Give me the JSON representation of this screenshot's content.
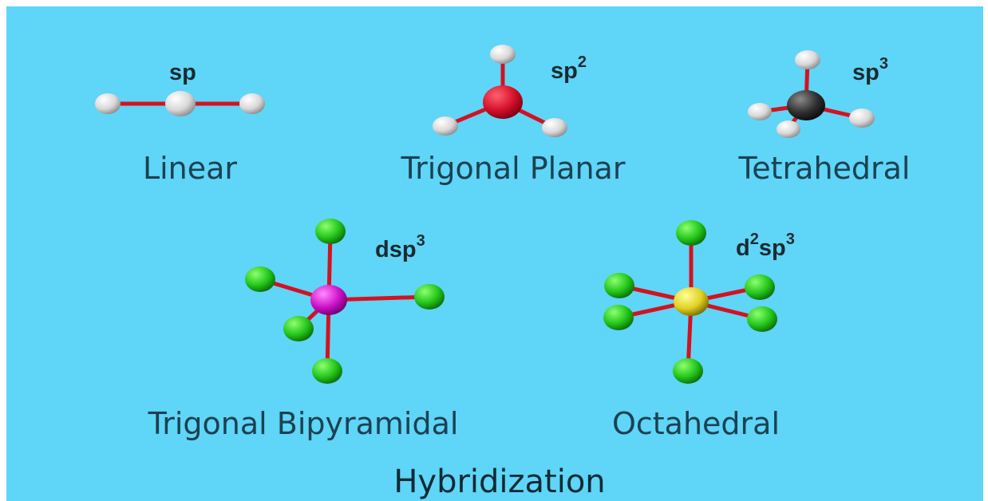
{
  "title": "Hybridization",
  "colors": {
    "background": "#5fd5f8",
    "bond": "#d4121f",
    "hydrogen": "#e8e8e8",
    "trigonal_center": "#d4102a",
    "carbon": "#2e2e2e",
    "ligand": "#22c51a",
    "bipyramidal_center": "#cc10c8",
    "octahedral_center": "#e0d020"
  },
  "geometries": [
    {
      "name": "Linear",
      "hybrid": "sp"
    },
    {
      "name": "Trigonal Planar",
      "hybrid_base": "sp",
      "hybrid_sup": "2"
    },
    {
      "name": "Tetrahedral",
      "hybrid_base": "sp",
      "hybrid_sup": "3"
    },
    {
      "name": "Trigonal Bipyramidal",
      "hybrid_base": "dsp",
      "hybrid_sup": "3"
    },
    {
      "name": "Octahedral",
      "hybrid_pre": "d",
      "hybrid_pre_sup": "2",
      "hybrid_base": "sp",
      "hybrid_sup": "3"
    }
  ]
}
